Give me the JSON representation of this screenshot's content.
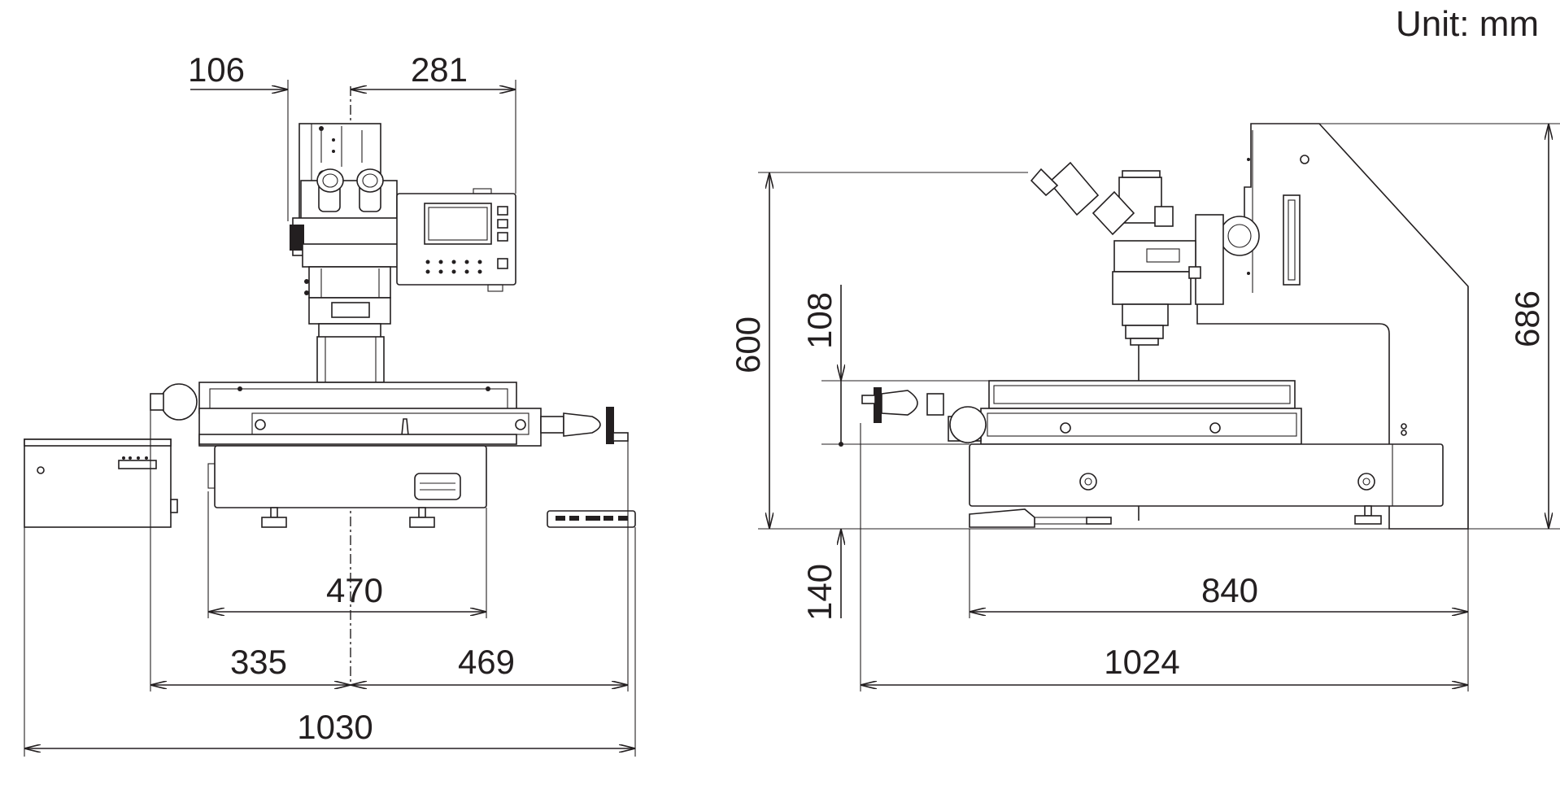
{
  "unit_label": "Unit: mm",
  "front_view": {
    "dims": {
      "d106": "106",
      "d281": "281",
      "d470": "470",
      "d335": "335",
      "d469": "469",
      "d1030": "1030"
    }
  },
  "side_view": {
    "dims": {
      "d600": "600",
      "d108": "108",
      "d140": "140",
      "d686": "686",
      "d840": "840",
      "d1024": "1024"
    }
  },
  "colors": {
    "line": "#231f20",
    "background": "#ffffff"
  }
}
